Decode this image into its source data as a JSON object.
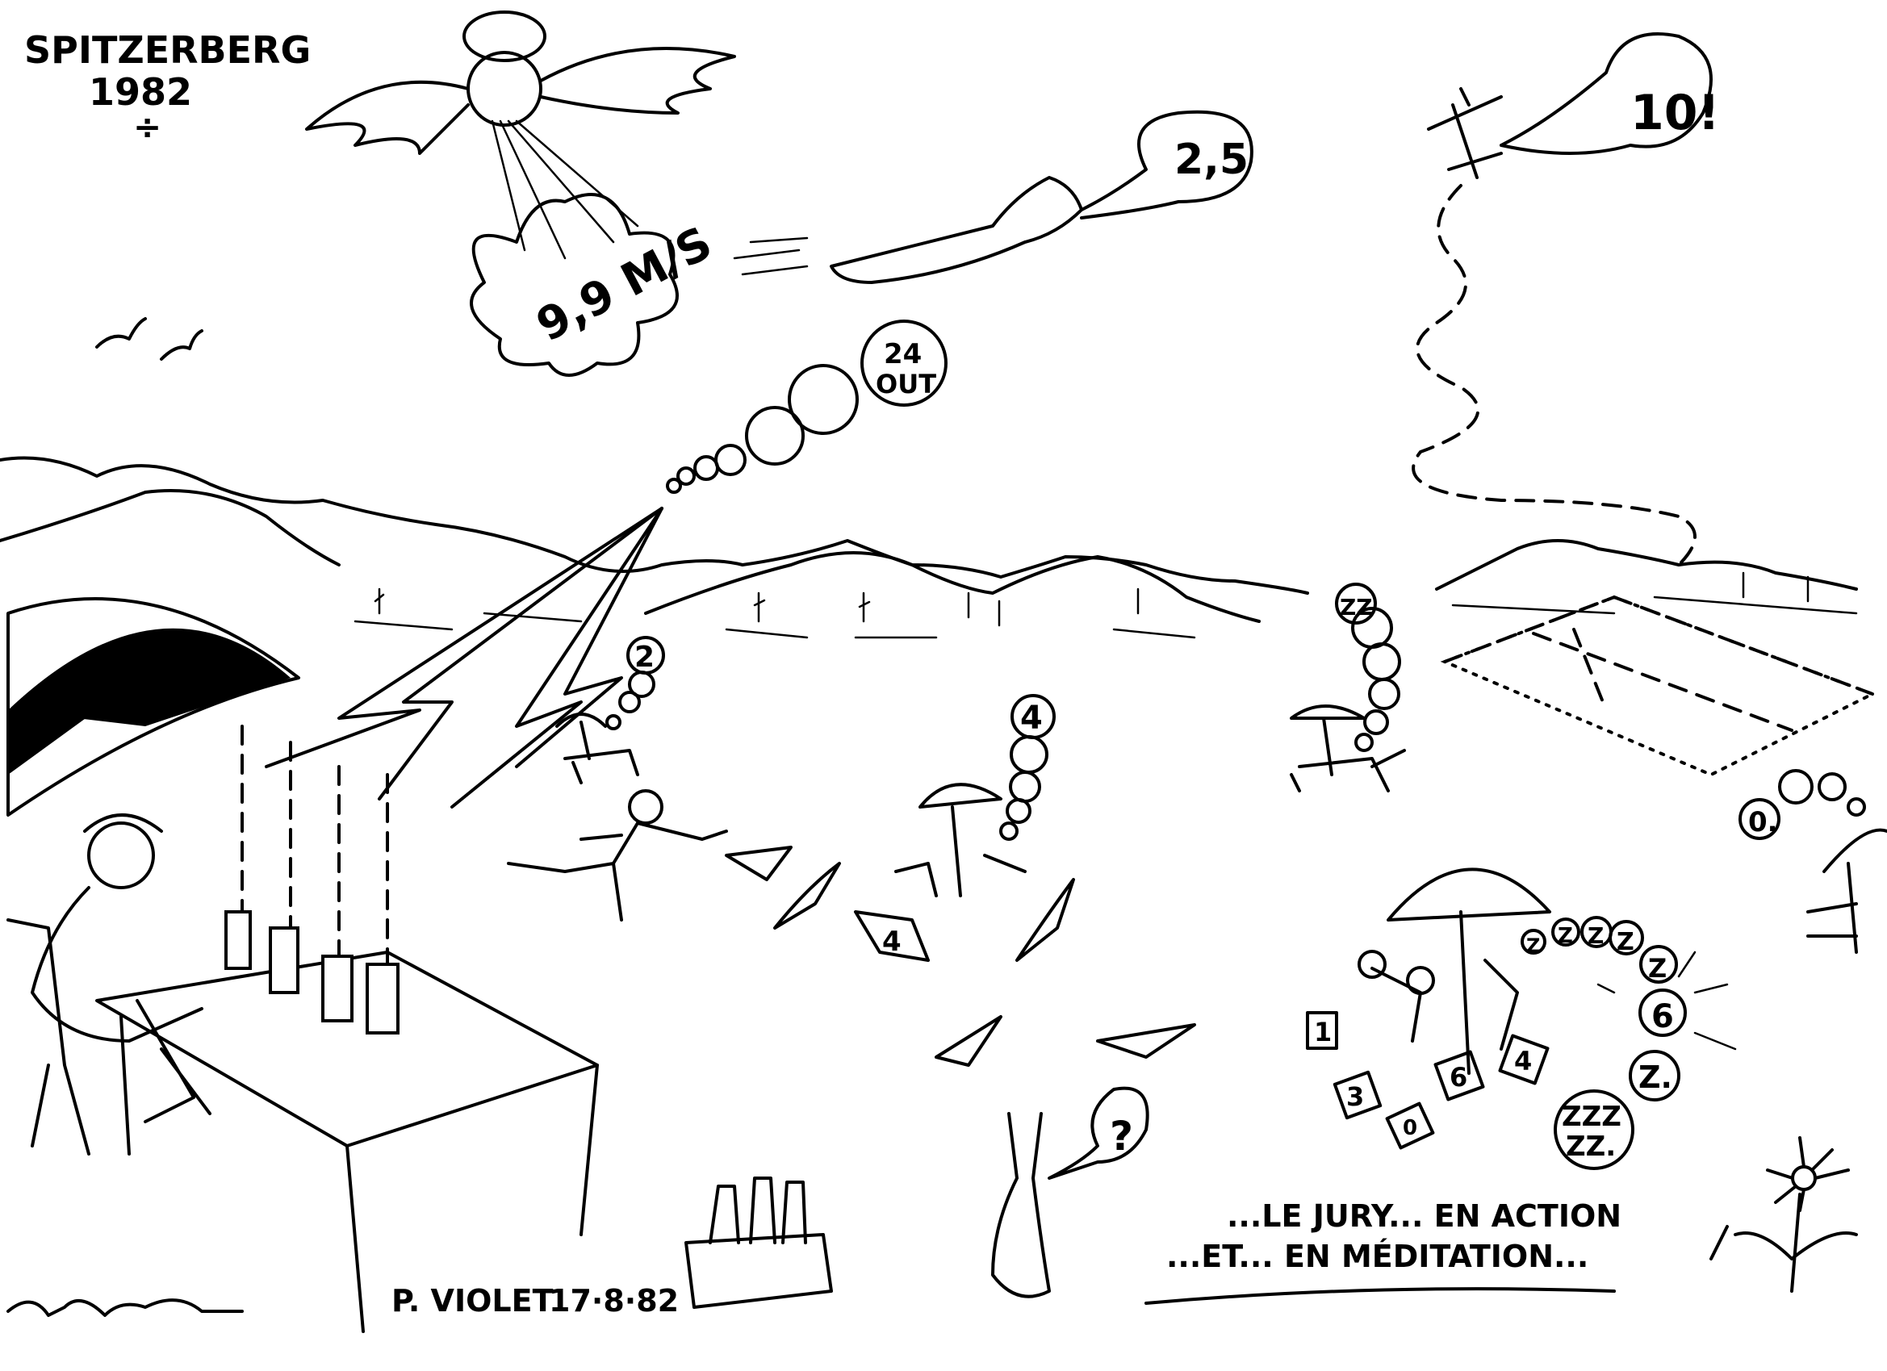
{
  "header": {
    "place": "SPITZERBERG",
    "year": "1982",
    "mark": "÷"
  },
  "bubbles": {
    "cloud_wind": "9,9 M/S",
    "bird_score": "2,5",
    "plane_score": "10!",
    "jump_score": "24 OUT",
    "judge_2": "2",
    "judge_4": "4",
    "judge_zz": "ZZ",
    "judge_0": "0.",
    "rabbit": "?",
    "sleep_z1": "Z",
    "sleep_z2": "Z",
    "sleep_z3": "Z",
    "sleep_z4": "Z",
    "sleep_z5": "Z",
    "sleep_6": "6",
    "sleep_z6": "Z.",
    "sleep_zzz_1": "ZZZ",
    "sleep_zzz_2": "ZZ."
  },
  "cards": {
    "flying_4": "4",
    "card_1": "1",
    "card_3": "3",
    "card_0": "0",
    "card_6": "6",
    "card_4": "4"
  },
  "caption": {
    "line1": "...LE JURY... EN ACTION",
    "line2": "...ET... EN MÉDITATION..."
  },
  "signature": {
    "artist": "P. VIOLET",
    "date": "17·8·82"
  },
  "colors": {
    "ink": "#000000",
    "paper": "#ffffff"
  }
}
